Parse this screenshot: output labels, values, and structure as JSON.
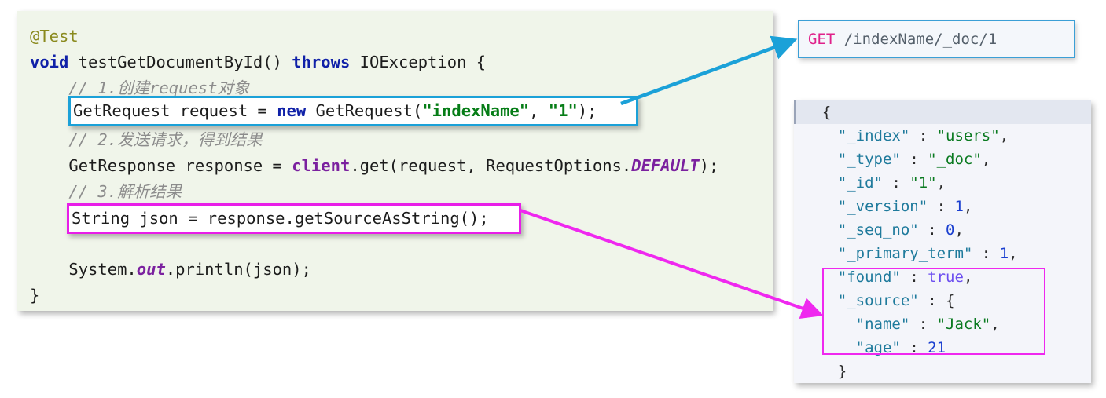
{
  "code_panel": {
    "background_color": "#f0f5ea",
    "lines": [
      {
        "id": "line-annotation",
        "text": "@Test"
      },
      {
        "id": "line-signature",
        "text": "void testGetDocumentById() throws IOException {"
      },
      {
        "id": "line-comment-1",
        "text": "    // 1.创建request对象"
      },
      {
        "id": "line-create",
        "text": "GetRequest request = new GetRequest(\"indexName\", \"1\");"
      },
      {
        "id": "line-comment-2",
        "text": "    // 2.发送请求，得到结果"
      },
      {
        "id": "line-send",
        "text": "GetResponse response = client.get(request, RequestOptions.DEFAULT);"
      },
      {
        "id": "line-comment-3",
        "text": "    // 3.解析结果"
      },
      {
        "id": "line-parse",
        "text": "String json = response.getSourceAsString();"
      },
      {
        "id": "line-blank",
        "text": ""
      },
      {
        "id": "line-print",
        "text": "System.out.println(json);"
      },
      {
        "id": "line-close-brace",
        "text": "}"
      }
    ],
    "tokens": {
      "annotation": "@Test",
      "kw_void": "void",
      "method_name": " testGetDocumentById() ",
      "kw_throws": "throws",
      "exception": " IOException {",
      "comment_1": "// 1.创建request对象",
      "comment_2": "// 2.发送请求，得到结果",
      "comment_3": "// 3.解析结果",
      "create_pre": "GetRequest request = ",
      "kw_new": "new",
      "create_mid": " GetRequest(",
      "str_index": "\"indexName\"",
      "create_comma": ", ",
      "str_one": "\"1\"",
      "create_end": ");",
      "send_pre": "GetResponse response = ",
      "var_client": "client",
      "send_mid": ".get(request, RequestOptions.",
      "static_default": "DEFAULT",
      "send_end": ");",
      "parse_text": "String json = response.getSourceAsString();",
      "print_pre": "System.",
      "static_out": "out",
      "print_end": ".println(json);",
      "close_brace": "}"
    },
    "colors": {
      "annotation": "#8a8a1e",
      "keyword": "#1021a8",
      "string": "#067d17",
      "field": "#7b219f",
      "comment": "#8c8c8c",
      "plain": "#1c1c1c"
    }
  },
  "highlight_boxes": {
    "blue": {
      "name": "create-request-highlight",
      "color": "#1ba1d8"
    },
    "magenta": {
      "name": "parse-result-highlight",
      "color": "#e81ee8"
    },
    "source": {
      "name": "source-field-highlight",
      "color": "#ef28ef"
    }
  },
  "get_box": {
    "verb": "GET",
    "path": " /indexName/_doc/1",
    "verb_color": "#e0218a",
    "path_color": "#55606b",
    "border_color": "#3b9fd6"
  },
  "json_panel": {
    "background_color": "#f4f5fa",
    "lines": [
      {
        "indent": 0,
        "parts": [
          {
            "t": "{",
            "c": "jpunc"
          }
        ]
      },
      {
        "indent": 1,
        "parts": [
          {
            "t": "\"_index\"",
            "c": "jkey"
          },
          {
            "t": " : ",
            "c": "jpunc"
          },
          {
            "t": "\"users\"",
            "c": "jstr"
          },
          {
            "t": ",",
            "c": "jpunc"
          }
        ]
      },
      {
        "indent": 1,
        "parts": [
          {
            "t": "\"_type\"",
            "c": "jkey"
          },
          {
            "t": " : ",
            "c": "jpunc"
          },
          {
            "t": "\"_doc\"",
            "c": "jstr"
          },
          {
            "t": ",",
            "c": "jpunc"
          }
        ]
      },
      {
        "indent": 1,
        "parts": [
          {
            "t": "\"_id\"",
            "c": "jkey"
          },
          {
            "t": " : ",
            "c": "jpunc"
          },
          {
            "t": "\"1\"",
            "c": "jstr"
          },
          {
            "t": ",",
            "c": "jpunc"
          }
        ]
      },
      {
        "indent": 1,
        "parts": [
          {
            "t": "\"_version\"",
            "c": "jkey"
          },
          {
            "t": " : ",
            "c": "jpunc"
          },
          {
            "t": "1",
            "c": "jnum"
          },
          {
            "t": ",",
            "c": "jpunc"
          }
        ]
      },
      {
        "indent": 1,
        "parts": [
          {
            "t": "\"_seq_no\"",
            "c": "jkey"
          },
          {
            "t": " : ",
            "c": "jpunc"
          },
          {
            "t": "0",
            "c": "jnum"
          },
          {
            "t": ",",
            "c": "jpunc"
          }
        ]
      },
      {
        "indent": 1,
        "parts": [
          {
            "t": "\"_primary_term\"",
            "c": "jkey"
          },
          {
            "t": " : ",
            "c": "jpunc"
          },
          {
            "t": "1",
            "c": "jnum"
          },
          {
            "t": ",",
            "c": "jpunc"
          }
        ]
      },
      {
        "indent": 1,
        "parts": [
          {
            "t": "\"found\"",
            "c": "jkey"
          },
          {
            "t": " : ",
            "c": "jpunc"
          },
          {
            "t": "true",
            "c": "jbool"
          },
          {
            "t": ",",
            "c": "jpunc"
          }
        ]
      },
      {
        "indent": 1,
        "parts": [
          {
            "t": "\"_source\"",
            "c": "jkey"
          },
          {
            "t": " : {",
            "c": "jpunc"
          }
        ]
      },
      {
        "indent": 2,
        "parts": [
          {
            "t": "\"name\"",
            "c": "jkey"
          },
          {
            "t": " : ",
            "c": "jpunc"
          },
          {
            "t": "\"Jack\"",
            "c": "jstr"
          },
          {
            "t": ",",
            "c": "jpunc"
          }
        ]
      },
      {
        "indent": 2,
        "parts": [
          {
            "t": "\"age\"",
            "c": "jkey"
          },
          {
            "t": " : ",
            "c": "jpunc"
          },
          {
            "t": "21",
            "c": "jnum"
          }
        ]
      },
      {
        "indent": 1,
        "parts": [
          {
            "t": "}",
            "c": "jpunc"
          }
        ]
      },
      {
        "indent": 0,
        "parts": [
          {
            "t": "}",
            "c": "jpunc"
          }
        ]
      }
    ],
    "document": {
      "_index": "users",
      "_type": "_doc",
      "_id": "1",
      "_version": 1,
      "_seq_no": 0,
      "_primary_term": 1,
      "found": true,
      "_source": {
        "name": "Jack",
        "age": 21
      }
    },
    "colors": {
      "key": "#1e7a9c",
      "string": "#0a7a20",
      "number": "#1a3fd0",
      "boolean": "#6b4df0",
      "punctuation": "#2a2a2a",
      "selected_line": "#e3e7f0"
    }
  },
  "arrows": [
    {
      "name": "blue-arrow-to-get-box",
      "color": "#1ba1d8",
      "from": "create-request-highlight",
      "to": "get-request-box"
    },
    {
      "name": "magenta-arrow-to-source",
      "color": "#ef28ef",
      "from": "parse-result-highlight",
      "to": "source-field-highlight"
    }
  ]
}
